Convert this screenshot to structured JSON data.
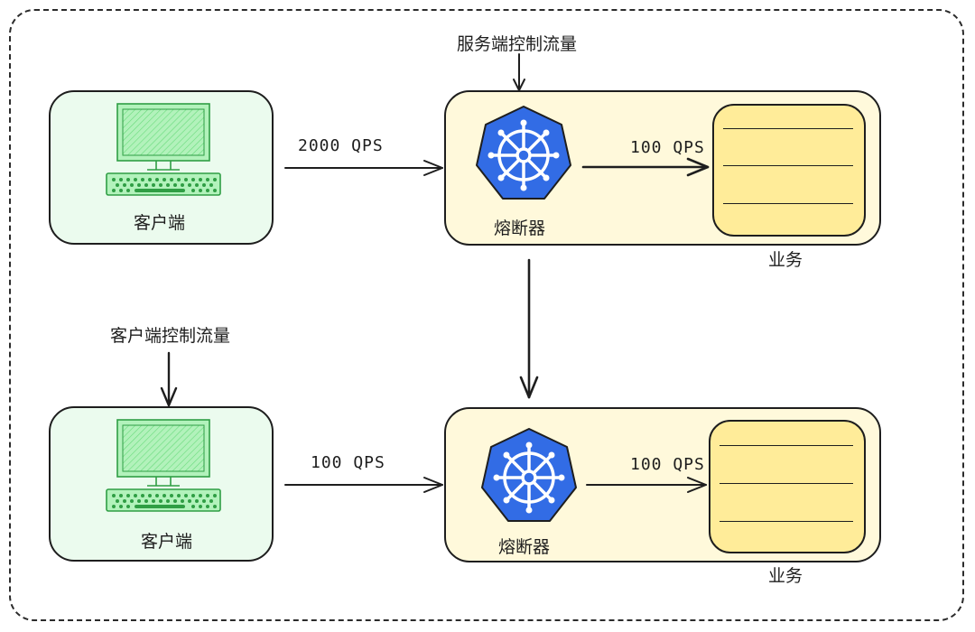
{
  "top": {
    "annotation": "服务端控制流量",
    "client_label": "客户端",
    "client_qps": "2000 QPS",
    "breaker_label": "熔断器",
    "service_qps": "100 QPS",
    "service_label": "业务"
  },
  "bottom": {
    "annotation": "客户端控制流量",
    "client_label": "客户端",
    "client_qps": "100 QPS",
    "breaker_label": "熔断器",
    "service_qps": "100 QPS",
    "service_label": "业务"
  },
  "colors": {
    "client_fill": "#ebfbee",
    "server_fill": "#fff9db",
    "service_fill": "#ffec99",
    "breaker_blue": "#326ce5",
    "computer_green": "#2f9e44"
  },
  "icons": [
    "computer-icon",
    "helm-wheel-icon",
    "arrow-icon"
  ]
}
